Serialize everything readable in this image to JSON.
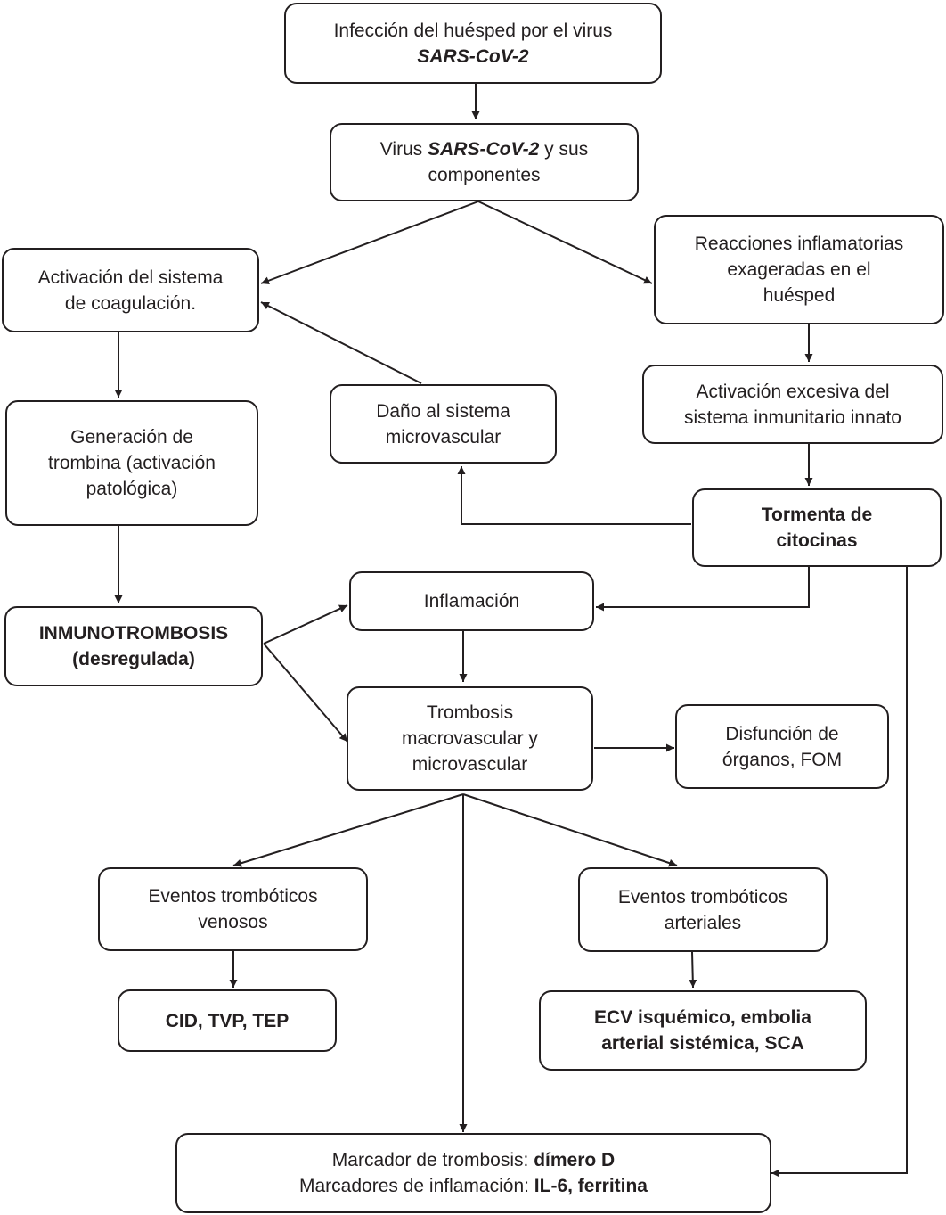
{
  "nodes": {
    "infeccion": {
      "line1": "Infección del huésped por el virus",
      "line2": "SARS-CoV-2"
    },
    "virus": {
      "pre": "Virus ",
      "virus_name": "SARS-CoV-2",
      "post": " y sus",
      "line2": "componentes"
    },
    "activacion_coagulacion": {
      "line1": "Activación del sistema",
      "line2": "de coagulación."
    },
    "reacciones": {
      "line1": "Reacciones inflamatorias",
      "line2": "exageradas en el",
      "line3": "huésped"
    },
    "activacion_inmune": {
      "line1": "Activación excesiva del",
      "line2": "sistema inmunitario innato"
    },
    "dano": {
      "line1": "Daño al sistema",
      "line2": "microvascular"
    },
    "generacion": {
      "line1": "Generación de",
      "line2": "trombina (activación",
      "line3": "patológica)"
    },
    "tormenta": {
      "line1": "Tormenta de",
      "line2": "citocinas"
    },
    "inflamacion": {
      "line1": "Inflamación"
    },
    "inmunotrombosis": {
      "line1": "INMUNOTROMBOSIS",
      "line2": "(desregulada)"
    },
    "trombosis": {
      "line1": "Trombosis",
      "line2": "macrovascular y",
      "line3": "microvascular"
    },
    "disfuncion": {
      "line1": "Disfunción de",
      "line2": "órganos, FOM"
    },
    "venosos": {
      "line1": "Eventos trombóticos",
      "line2": "venosos"
    },
    "arteriales": {
      "line1": "Eventos trombóticos",
      "line2": "arteriales"
    },
    "cid": {
      "line1": "CID, TVP, TEP"
    },
    "ecv": {
      "line1": "ECV isquémico, embolia",
      "line2": "arterial sistémica, SCA"
    },
    "marcadores": {
      "label1": "Marcador de trombosis: ",
      "value1": "dímero D",
      "label2": "Marcadores de inflamación: ",
      "value2": "IL-6, ferritina"
    }
  }
}
